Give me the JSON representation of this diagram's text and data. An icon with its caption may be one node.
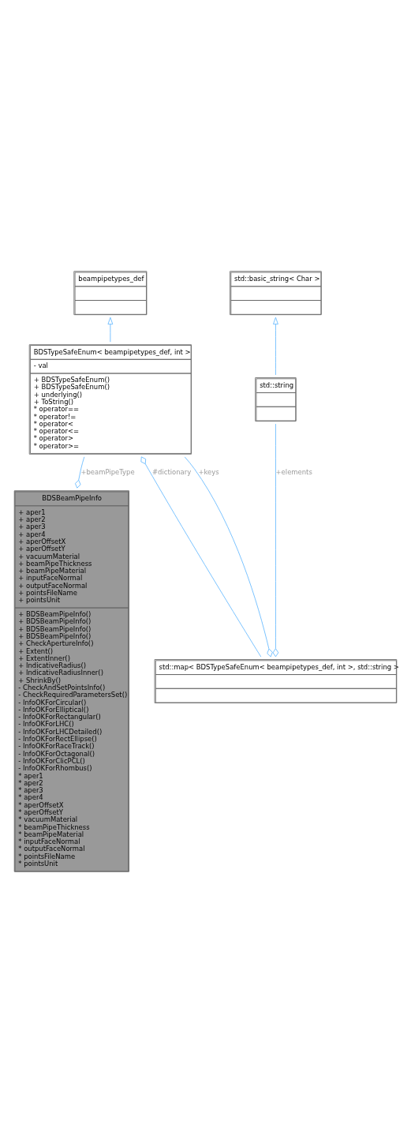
{
  "diagram": {
    "nodes": [
      {
        "text": [
          "std::basic_string< Char >"
        ]
      },
      {
        "text": [
          "beampipetypes_def"
        ]
      },
      {
        "text": [
          "std::string"
        ]
      },
      {
        "text": [
          "BDSTypeSafeEnum< beampipetypes_def, int >",
          "- val",
          "+ BDSTypeSafeEnum()",
          "+ BDSTypeSafeEnum()",
          "+ underlying()",
          "+ ToString()",
          "* operator==",
          "* operator!=",
          "* operator<",
          "* operator<=",
          "* operator>",
          "* operator>="
        ]
      },
      {
        "text": [
          "BDSBeamPipeInfo",
          "+ aper1",
          "+ aper2",
          "+ aper3",
          "+ aper4",
          "+ aperOffsetX",
          "+ aperOffsetY",
          "+ vacuumMaterial",
          "+ beamPipeThickness",
          "+ beamPipeMaterial",
          "+ inputFaceNormal",
          "+ outputFaceNormal",
          "+ pointsFileName",
          "+ pointsUnit",
          "+ BDSBeamPipeInfo()",
          "+ BDSBeamPipeInfo()",
          "+ BDSBeamPipeInfo()",
          "+ BDSBeamPipeInfo()",
          "+ CheckApertureInfo()",
          "+ Extent()",
          "+ ExtentInner()",
          "+ IndicativeRadius()",
          "+ IndicativeRadiusInner()",
          "+ ShrinkBy()",
          "- CheckAndSetPointsInfo()",
          "- CheckRequiredParametersSet()",
          "- InfoOKForCircular()",
          "- InfoOKForElliptical()",
          "- InfoOKForRectangular()",
          "- InfoOKForLHC()",
          "- InfoOKForLHCDetailed()",
          "- InfoOKForRectEllipse()",
          "- InfoOKForRaceTrack()",
          "- InfoOKForOctagonal()",
          "- InfoOKForClicPCL()",
          "- InfoOKForRhombus()",
          "* aper1",
          "* aper2",
          "* aper3",
          "* aper4",
          "* aperOffsetX",
          "* aperOffsetY",
          "* vacuumMaterial",
          "* beamPipeThickness",
          "* beamPipeMaterial",
          "* inputFaceNormal",
          "* outputFaceNormal",
          "* pointsFileName",
          "* pointsUnit"
        ]
      },
      {
        "text": [
          "std::map< BDSTypeSafeEnum< beampipetypes_def, int >, std::string >"
        ]
      }
    ],
    "edges": [
      {
        "from": 2,
        "to": 0,
        "arrow": "to"
      },
      {
        "from": 3,
        "to": 1,
        "arrow": "to"
      },
      {
        "from": 5,
        "to": 2,
        "arrow": "other",
        "label": "+elements"
      },
      {
        "from": 5,
        "to": 3,
        "arrow": "other",
        "label": "+keys"
      },
      {
        "from": 3,
        "to": 5,
        "arrow": "other",
        "label": "#dictionary"
      },
      {
        "from": 4,
        "to": 3,
        "arrow": "other",
        "label": "+beamPipeType"
      }
    ]
  }
}
